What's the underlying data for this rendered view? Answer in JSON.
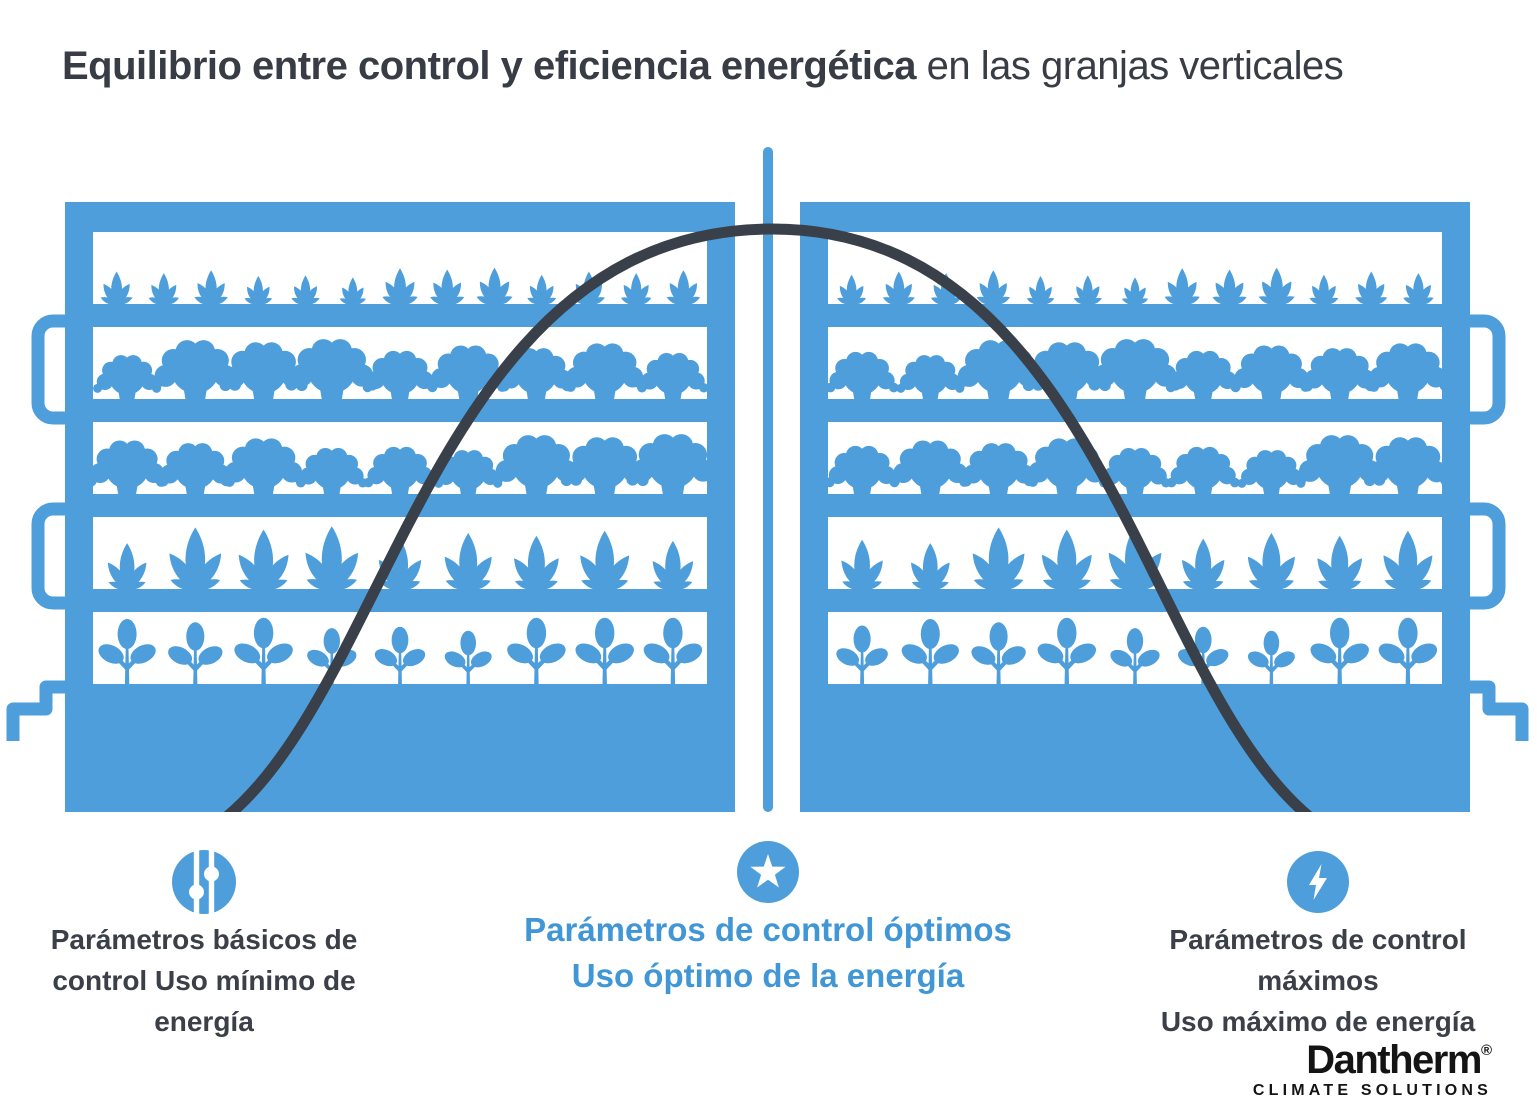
{
  "title": {
    "bold": "Equilibrio entre control y eficiencia energética",
    "regular": " en las granjas verticales"
  },
  "captions": {
    "left": {
      "icon": "sliders",
      "lines": [
        "Parámetros básicos de",
        "control Uso mínimo de",
        "energía"
      ]
    },
    "center": {
      "icon": "star",
      "lines": [
        "Parámetros de control óptimos",
        "Uso óptimo de la energía"
      ]
    },
    "right": {
      "icon": "lightning",
      "lines": [
        "Parámetros de control máximos",
        "Uso máximo de energía"
      ]
    }
  },
  "logo": {
    "name": "Dantherm",
    "registered": "®",
    "tagline": "CLIMATE SOLUTIONS"
  },
  "colors": {
    "rack_blue": "#4D9EDB",
    "text_blue": "#4197D6",
    "dark": "#3A3F48",
    "curve_dark": "#3A4049",
    "logo_black": "#141414"
  },
  "illustration": {
    "type": "bell-curve-over-two-vertical-farm-racks",
    "rack_count": 2,
    "shelves_per_rack": 5,
    "rack_rows": [
      {
        "type": "sprout",
        "count": 13
      },
      {
        "type": "lettuce",
        "count": 9
      },
      {
        "type": "lettuce",
        "count": 9
      },
      {
        "type": "leafy",
        "count": 9
      },
      {
        "type": "seedling",
        "count": 9
      }
    ]
  }
}
